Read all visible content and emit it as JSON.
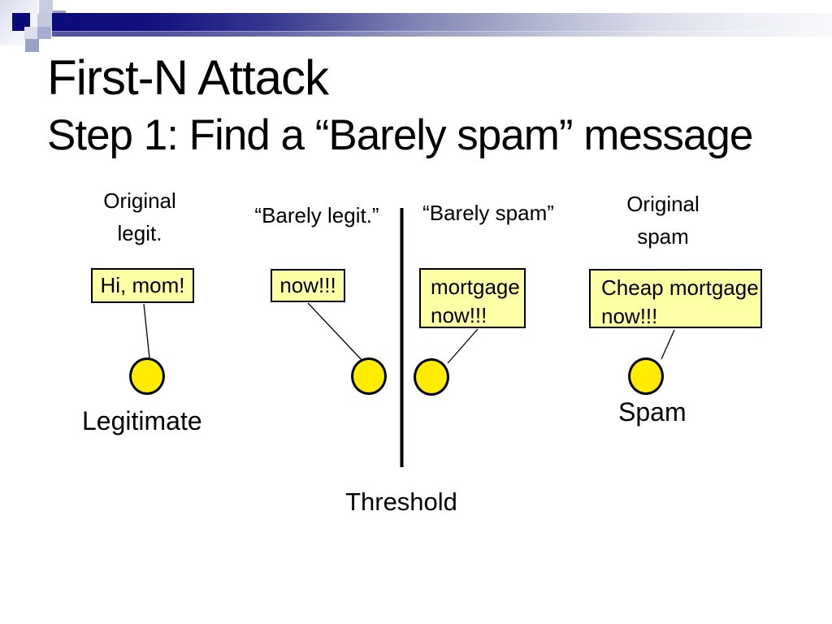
{
  "slide": {
    "title": "First-N Attack",
    "subtitle": "Step 1: Find a “Barely spam” message"
  },
  "colors": {
    "header_bar_dark": "#0b0b7c",
    "header_square_navy": "#0a0a7b",
    "message_box_fill": "#ffffa6",
    "node_fill": "#ffec00",
    "outline": "#000000",
    "text": "#000000"
  },
  "diagram": {
    "column_labels": [
      {
        "line1": "Original",
        "line2": "legit."
      },
      {
        "line1": "“Barely legit.”"
      },
      {
        "line1": "“Barely spam”"
      },
      {
        "line1": "Original",
        "line2": "spam"
      }
    ],
    "messages": [
      {
        "line1": "Hi, mom!"
      },
      {
        "line1": "now!!!"
      },
      {
        "line1": "mortgage",
        "line2": "now!!!"
      },
      {
        "line1": "Cheap mortgage",
        "line2": "now!!!"
      }
    ],
    "region_labels": {
      "legitimate": "Legitimate",
      "spam": "Spam"
    },
    "threshold_label": "Threshold"
  }
}
